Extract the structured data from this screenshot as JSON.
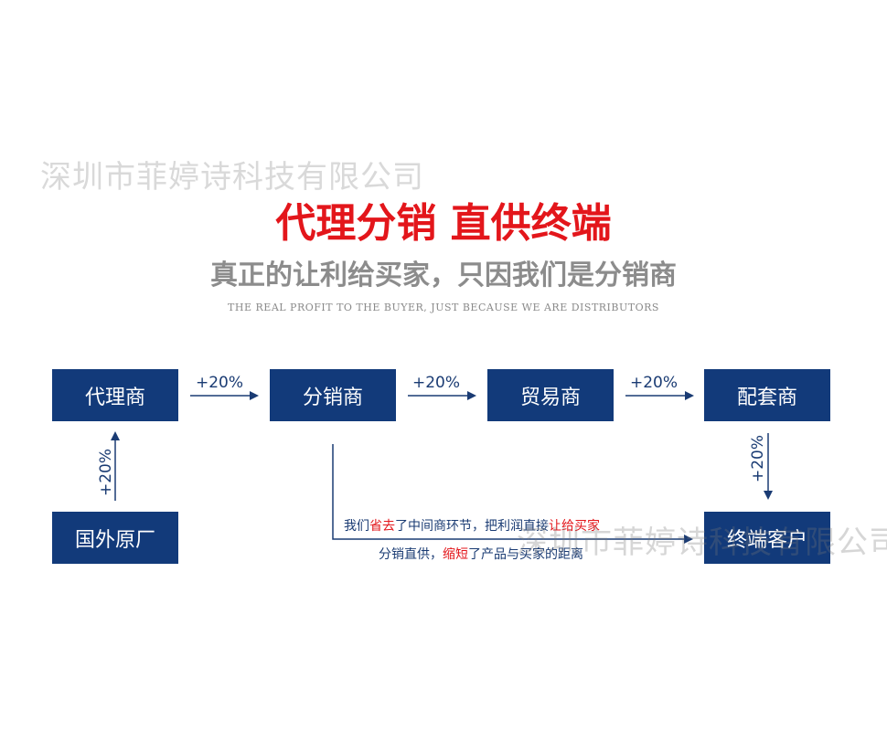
{
  "watermark": "深圳市菲婷诗科技有限公司",
  "title": {
    "part1": "代理分销",
    "part2": "直供终端"
  },
  "subtitle": "真正的让利给买家，只因我们是分销商",
  "tagline": "THE REAL PROFIT TO THE BUYER, JUST BECAUSE WE ARE DISTRIBUTORS",
  "nodes": {
    "agent": "代理商",
    "distributor": "分销商",
    "trader": "贸易商",
    "supplier": "配套商",
    "factory": "国外原厂",
    "customer": "终端客户"
  },
  "markups": {
    "agent_to_distributor": "+20%",
    "distributor_to_trader": "+20%",
    "trader_to_supplier": "+20%",
    "factory_to_agent": "+20%",
    "supplier_to_customer": "+20%"
  },
  "notes": {
    "line1_a": "我们",
    "line1_b": "省去",
    "line1_c": "了中间商环节，把利润直接",
    "line1_d": "让给买家",
    "line2_a": "分销直供，",
    "line2_b": "缩短",
    "line2_c": "了产品与买家的距离"
  },
  "colors": {
    "box": "#123a7a",
    "arrow": "#1a3b73",
    "highlight": "#e3161b",
    "subtitle": "#8c8c8c"
  }
}
